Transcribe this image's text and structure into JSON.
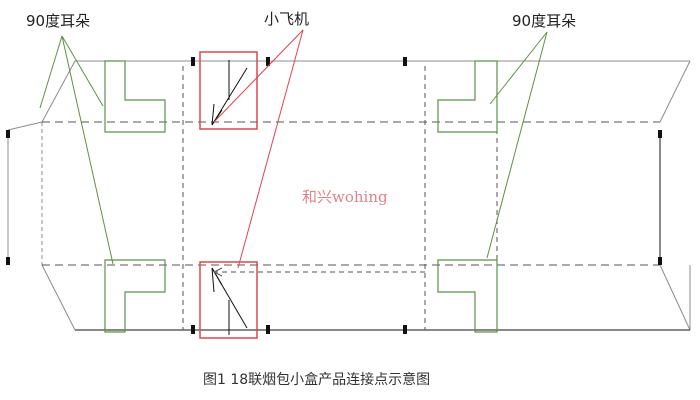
{
  "labels": {
    "left_ear": "90度耳朵",
    "right_ear": "90度耳朵",
    "plane": "小飞机"
  },
  "watermark": "和兴wohing",
  "caption": "图1 18联烟包小盒产品连接点示意图",
  "colors": {
    "outline": "#8c8c8c",
    "ear": "#5f8f4a",
    "plane": "#d9484f",
    "dashed": "#555555",
    "dark": "#111111"
  }
}
